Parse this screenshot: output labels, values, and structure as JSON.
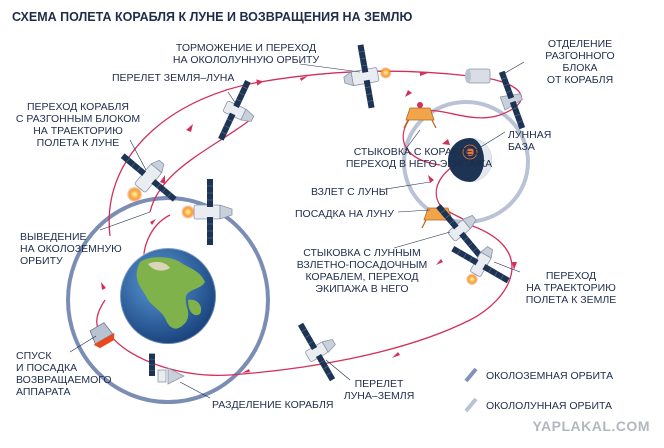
{
  "title": "СХЕМА ПОЛЕТА КОРАБЛЯ К ЛУНЕ И ВОЗВРАЩЕНИЯ НА ЗЕМЛЮ",
  "labels": {
    "braking": "ТОРМОЖЕНИЕ И ПЕРЕХОД\nНА ОКОЛОЛУННУЮ ОРБИТУ",
    "separation_booster": "ОТДЕЛЕНИЕ\nРАЗГОННОГО\nБЛОКА\nОТ КОРАБЛЯ",
    "earth_moon": "ПЕРЕЛЕТ ЗЕМЛЯ–ЛУНА",
    "transfer_to_moon": "ПЕРЕХОД КОРАБЛЯ\nС РАЗГОННЫМ БЛОКОМ\nНА ТРАЕКТОРИЮ\nПОЛЕТА К ЛУНЕ",
    "docking_ship": "СТЫКОВКА С КОРАБЛЕМ,\nПЕРЕХОД В НЕГО ЭКИПАЖА",
    "lunar_base": "ЛУННАЯ\nБАЗА",
    "takeoff_moon": "ВЗЛЕТ С ЛУНЫ",
    "landing_moon": "ПОСАДКА НА ЛУНУ",
    "orbit_insertion": "ВЫВЕДЕНИЕ\nНА ОКОЛОЗЕМНУЮ\nОРБИТУ",
    "docking_lander": "СТЫКОВКА С ЛУННЫМ\nВЗЛЕТНО-ПОСАДОЧНЫМ\nКОРАБЛЕМ, ПЕРЕХОД\nЭКИПАЖА В НЕГО",
    "transfer_to_earth": "ПЕРЕХОД\nНА ТРАЕКТОРИЮ\nПОЛЕТА К ЗЕМЛЕ",
    "descent": "СПУСК\nИ ПОСАДКА\nВОЗВРАЩАЕМОГО\nАППАРАТА",
    "ship_separation": "РАЗДЕЛЕНИЕ КОРАБЛЯ",
    "moon_earth": "ПЕРЕЛЕТ\nЛУНА–ЗЕМЛЯ"
  },
  "legend": [
    {
      "label": "ОКОЛОЗЕМНАЯ ОРБИТА",
      "color": "#8193b8"
    },
    {
      "label": "ОКОЛОЛУННАЯ ОРБИТА",
      "color": "#b9c2d6"
    }
  ],
  "colors": {
    "trajectory": "#d2305a",
    "earth_orbit": "#7b8db4",
    "moon_orbit": "#b9c2d6",
    "text": "#1f2d4a",
    "ocean": "#2e6fb2",
    "land": "#7fb24a",
    "moon_dark": "#1d3454",
    "lunar_base": "#e8743a"
  },
  "watermark": "YAPLAKAL.COM"
}
